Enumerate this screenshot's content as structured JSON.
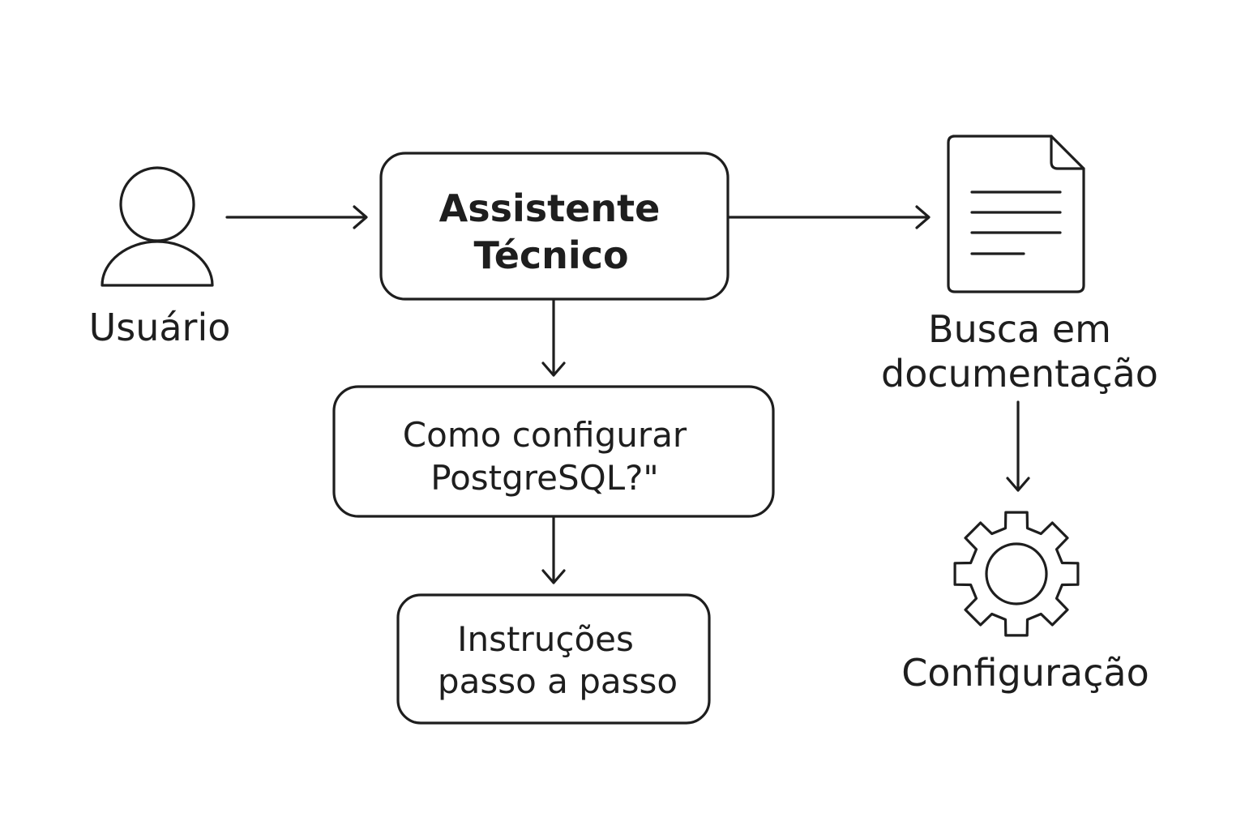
{
  "nodes": {
    "user": {
      "label": "Usuário",
      "icon": "user-icon"
    },
    "assistant": {
      "line1": "Assistente",
      "line2": "Técnico"
    },
    "question": {
      "line1": "Como configurar",
      "line2": "PostgreSQL?\""
    },
    "instructions": {
      "line1": "Instruções",
      "line2": "passo a passo"
    },
    "docs_search": {
      "line1": "Busca em",
      "line2": "documentação",
      "icon": "document-icon"
    },
    "configuration": {
      "label": "Configuração",
      "icon": "gear-icon"
    }
  },
  "edges": [
    {
      "from": "user",
      "to": "assistant"
    },
    {
      "from": "assistant",
      "to": "docs_search"
    },
    {
      "from": "assistant",
      "to": "question"
    },
    {
      "from": "question",
      "to": "instructions"
    },
    {
      "from": "docs_search",
      "to": "configuration"
    }
  ],
  "colors": {
    "stroke": "#1e1e1e",
    "background": "#ffffff"
  }
}
